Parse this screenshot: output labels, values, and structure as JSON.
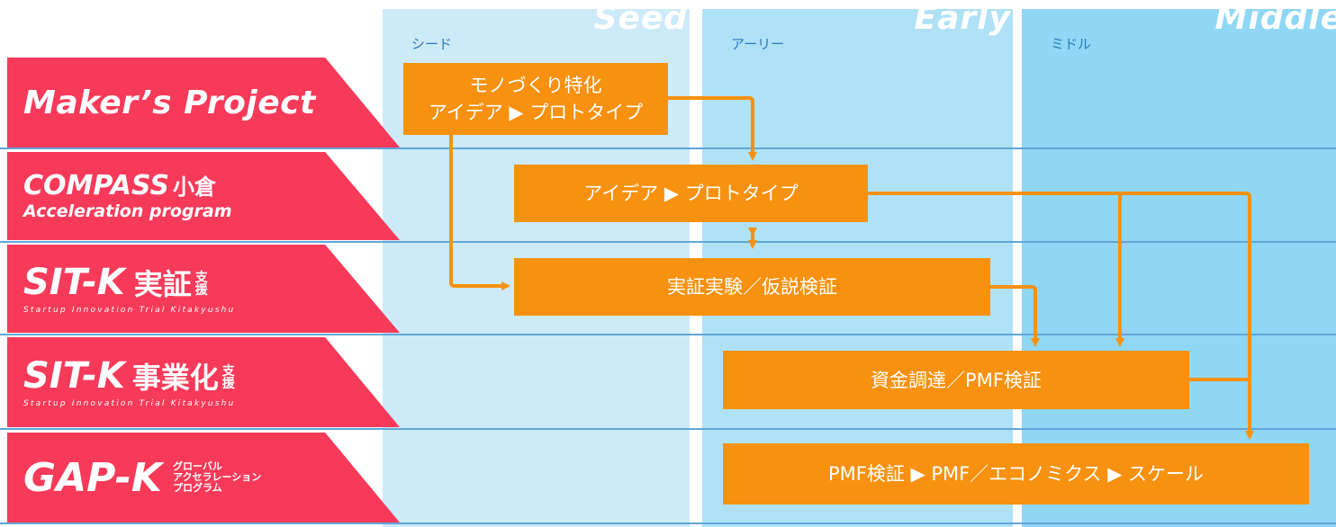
{
  "stages": [
    {
      "en": "Seed",
      "jp": "シード"
    },
    {
      "en": "Early",
      "jp": "アーリー"
    },
    {
      "en": "Middle",
      "jp": "ミドル"
    }
  ],
  "programs": {
    "maker": {
      "title": "Maker’s Project"
    },
    "compass": {
      "title": "COMPASS",
      "title_jp": "小倉",
      "subtitle": "Acceleration program"
    },
    "sitk_jissho": {
      "title": "SIT-K",
      "jp": "実証",
      "shien": [
        "支",
        "援"
      ],
      "subtitle": "Startup Innovation Trial Kitakyushu"
    },
    "sitk_jigyoka": {
      "title": "SIT-K",
      "jp": "事業化",
      "shien": [
        "支",
        "援"
      ],
      "subtitle": "Startup Innovation Trial Kitakyushu"
    },
    "gapk": {
      "title": "GAP-K",
      "subtitle_lines": [
        "グローバル",
        "アクセラレーション",
        "プログラム"
      ]
    }
  },
  "boxes": {
    "b1": {
      "line1": "モノづくり特化",
      "line2": "アイデア ▶ プロトタイプ"
    },
    "b2": "アイデア ▶ プロトタイプ",
    "b3": "実証実験／仮説検証",
    "b4": "資金調達／PMF検証",
    "b5": "PMF検証 ▶ PMF／エコノミクス ▶ スケール"
  },
  "colors": {
    "program_red": "#f73a59",
    "box_orange": "#f7910f",
    "seed_bg": "#cdeaf9",
    "early_bg": "#b0e2f7",
    "middle_bg": "#8fd7f5"
  }
}
